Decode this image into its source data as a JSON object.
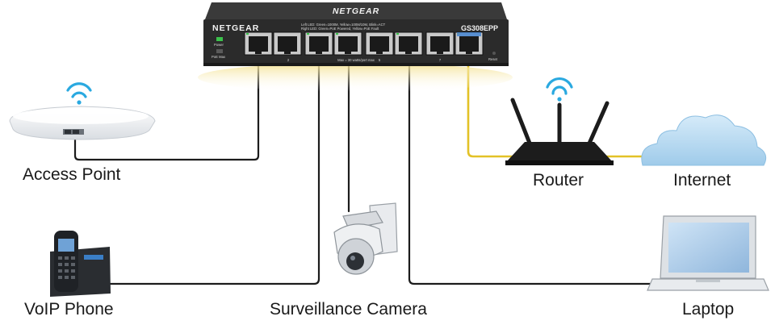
{
  "switch": {
    "brand_top": "NETGEAR",
    "brand": "NETGEAR",
    "model": "GS308EPP",
    "led_left": "Left LED: Green=1000M, Yellow=100M/10M, Blink=ACT",
    "led_right": "Right LED: Green=PoE Powered, Yellow=PoE Fault",
    "power_label": "Power",
    "poe_max_label": "PoE Max",
    "reset_label": "Reset",
    "poe_budget": "Max = 30 watts/port max",
    "port_numbers": [
      "2",
      "5",
      "7"
    ]
  },
  "devices": {
    "access_point": "Access Point",
    "voip_phone": "VoIP Phone",
    "surveillance_camera": "Surveillance Camera",
    "router": "Router",
    "internet": "Internet",
    "laptop": "Laptop"
  },
  "colors": {
    "switch_body": "#2b2b2b",
    "uplink_cable": "#e3c227",
    "cable": "#1c1c1c",
    "wifi": "#2aa9e0",
    "cloud": "#a9d3ee"
  }
}
